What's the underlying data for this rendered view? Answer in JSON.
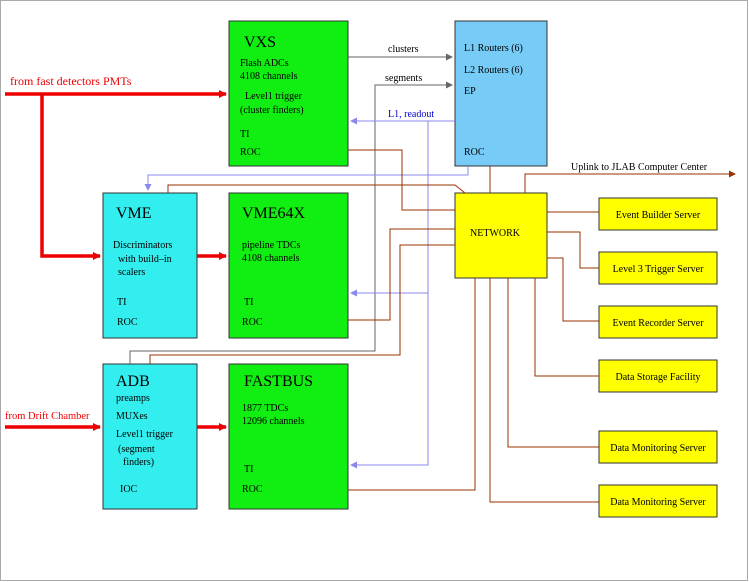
{
  "colors": {
    "green_box": "#11ee11",
    "cyan_box": "#33eeee",
    "blue_box": "#77ccf7",
    "yellow_box": "#ffff00",
    "red_signal": "#ee0000",
    "brown_link": "#993300",
    "blue_readout": "#8888ee",
    "gray_link": "#666666"
  },
  "inputs": {
    "pmt": "from fast detectors PMTs",
    "drift": "from Drift Chamber"
  },
  "vxs": {
    "title": "VXS",
    "line1": "Flash ADCs",
    "line2": "4108 channels",
    "line3": "Level1 trigger",
    "line4": "(cluster finders)",
    "ti": "TI",
    "roc": "ROC"
  },
  "vme": {
    "title": "VME",
    "line1": "Discriminators",
    "line2": "with build–in",
    "line3": "scalers",
    "ti": "TI",
    "roc": "ROC"
  },
  "vme64x": {
    "title": "VME64X",
    "line1": "pipeline TDCs",
    "line2": "4108 channels",
    "ti": "TI",
    "roc": "ROC"
  },
  "adb": {
    "title": "ADB",
    "line1": "preamps",
    "line2": "MUXes",
    "line3": "Level1 trigger",
    "line4": "(segment",
    "line5": "finders)",
    "ioc": "IOC"
  },
  "fastbus": {
    "title": "FASTBUS",
    "line1": "1877 TDCs",
    "line2": "12096 channels",
    "ti": "TI",
    "roc": "ROC"
  },
  "l1": {
    "line1": "L1 Routers (6)",
    "line2": "L2 Routers (6)",
    "line3": "EP",
    "roc": "ROC"
  },
  "links": {
    "clusters": "clusters",
    "segments": "segments",
    "readout": "L1, readout",
    "uplink": "Uplink to JLAB Computer Center"
  },
  "network": "NETWORK",
  "servers": [
    "Event Builder Server",
    "Level 3 Trigger Server",
    "Event Recorder Server",
    "Data Storage Facility",
    "Data Monitoring Server",
    "Data Monitoring Server"
  ]
}
